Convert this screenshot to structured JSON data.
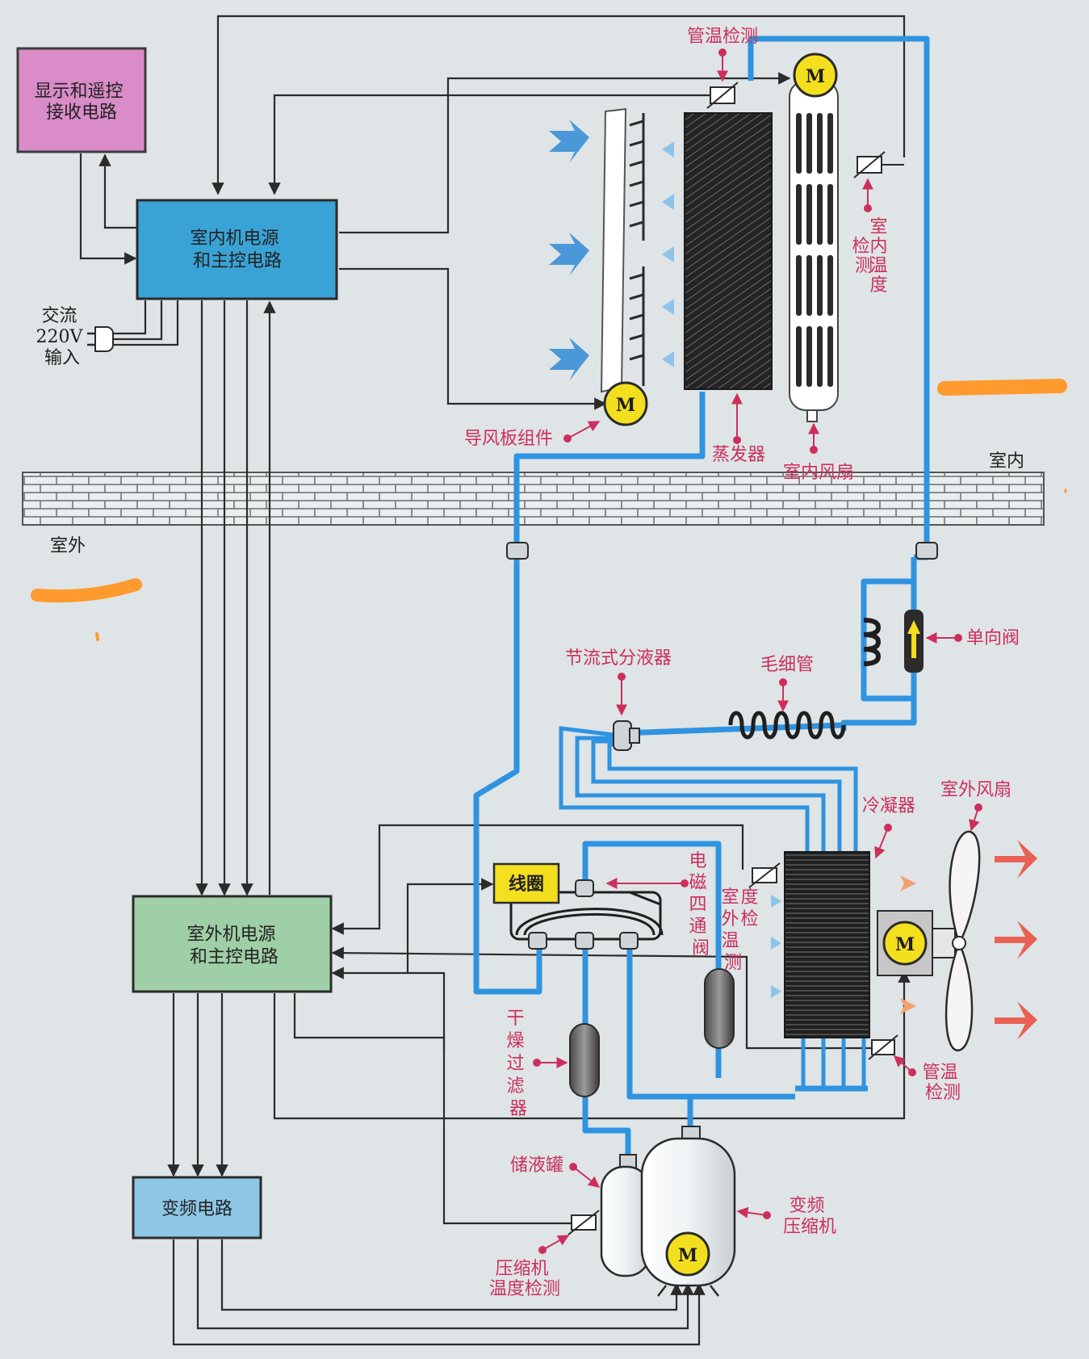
{
  "boxes": {
    "display_remote": "显示和遥控\n接收电路",
    "indoor_main": "室内机电源\n和主控电路",
    "outdoor_main": "室外机电源\n和主控电路",
    "inverter": "变频电路",
    "coil": "线圈"
  },
  "labels": {
    "ac_input": "交流\n220V\n输入",
    "pipe_temp_top": "管温检测",
    "room_temp": "室\n内\n温\n度\n检\n测",
    "louver": "导风板组件",
    "evaporator": "蒸发器",
    "indoor_fan": "室内风扇",
    "indoor": "室内",
    "outdoor": "室外",
    "check_valve": "单向阀",
    "throttle_distributor": "节流式分液器",
    "capillary": "毛细管",
    "condenser": "冷凝器",
    "outdoor_fan": "室外风扇",
    "four_way_valve": "电\n磁\n四\n通\n阀",
    "outdoor_temp": "室\n外\n温\n度\n检\n测",
    "dryer_filter": "干\n燥\n过\n滤\n器",
    "pipe_temp_bottom": "管温\n检测",
    "accumulator": "储液罐",
    "compressor": "变频\n压缩机",
    "compressor_temp": "压缩机\n温度检测",
    "motor": "M"
  },
  "colors": {
    "pipe": "#2f93e0",
    "label": "#cc2f5c",
    "display_box": "#d98cc8",
    "indoor_box": "#3aa3d6",
    "outdoor_box": "#9fcfa6",
    "inverter_box": "#8ec6e6",
    "motor": "#f3df1e",
    "hot_air": "#ea4a3a",
    "cold_air": "#3b8fd6",
    "highlight": "#ff9a2e"
  },
  "icons": [
    "motor-icon",
    "thermistor-icon",
    "plug-icon",
    "arrow-icon"
  ]
}
